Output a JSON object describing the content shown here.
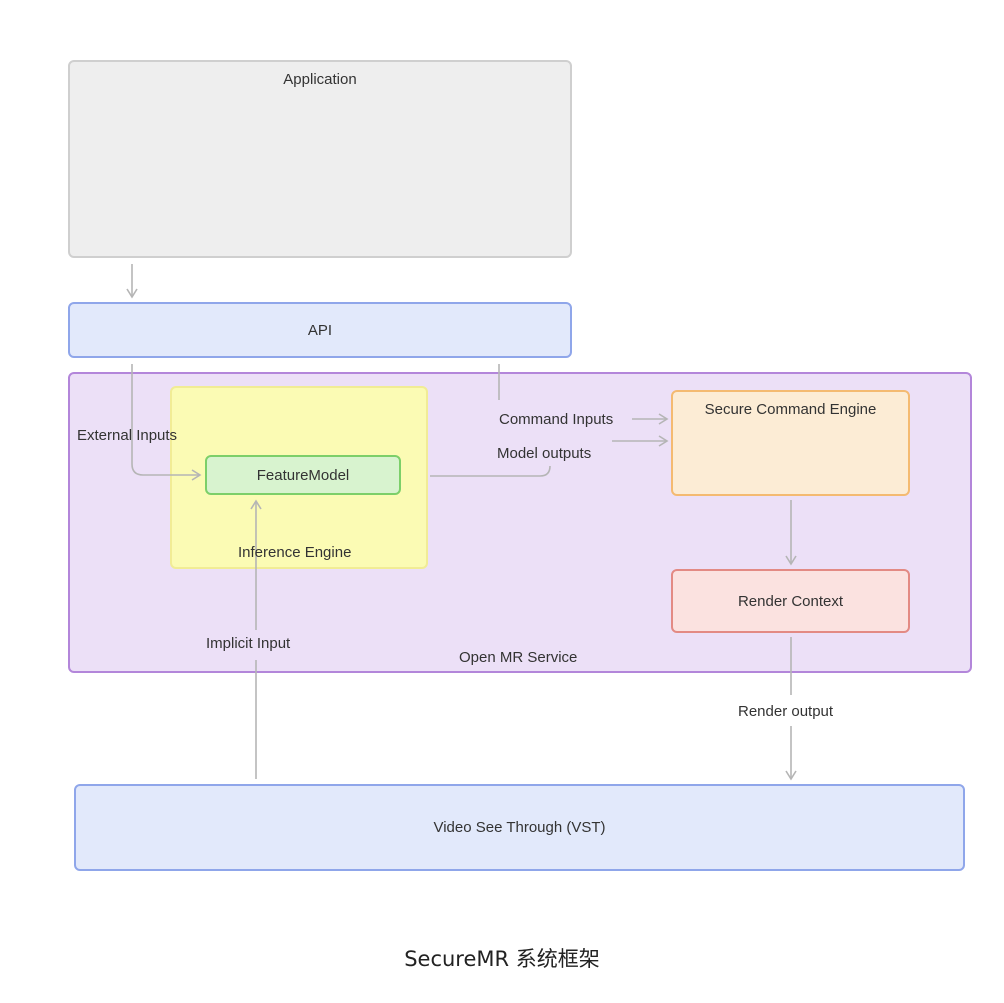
{
  "diagram": {
    "application_label": "Application",
    "api_label": "API",
    "service_label": "Open MR Service",
    "inference_engine_label": "Inference Engine",
    "feature_model_label": "FeatureModel",
    "secure_command_engine_label": "Secure Command Engine",
    "render_context_label": "Render Context",
    "vst_label": "Video See Through (VST)",
    "edges": {
      "external_inputs": "External  Inputs",
      "command_inputs": "Command Inputs",
      "model_outputs": "Model outputs",
      "implicit_input": "Implicit Input",
      "render_output": "Render output"
    }
  },
  "caption": "SecureMR 系统框架",
  "colors": {
    "arrow": "#b5b5b5",
    "application_fill": "#eeeeee",
    "api_fill": "#e2e9fb",
    "service_fill": "#ece0f7",
    "inference_fill": "#fbfbb4",
    "feature_fill": "#d8f3cf",
    "secure_command_fill": "#fcecd5",
    "render_context_fill": "#fbe2e0",
    "vst_fill": "#e2e9fb"
  }
}
